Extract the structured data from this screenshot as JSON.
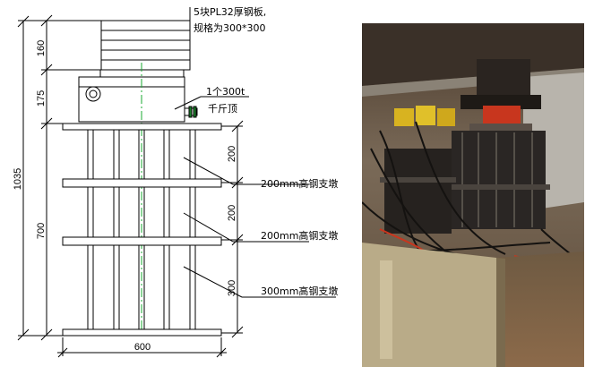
{
  "drawing": {
    "annotations": {
      "plates_line1": "5块PL32厚钢板,",
      "plates_line2": "规格为300*300",
      "jack_line1": "1个300t",
      "jack_line2": "千斤顶",
      "pier1": "200mm高钢支墩",
      "pier2": "200mm高钢支墩",
      "pier3": "300mm高钢支墩"
    },
    "dimensions": {
      "plates_height": "160",
      "jack_height": "175",
      "total_height": "1035",
      "piers_height": "700",
      "pier1_height": "200",
      "pier2_height": "200",
      "pier3_height": "300",
      "width": "600"
    }
  },
  "photo": {
    "description_icon": "construction-site-photo"
  }
}
